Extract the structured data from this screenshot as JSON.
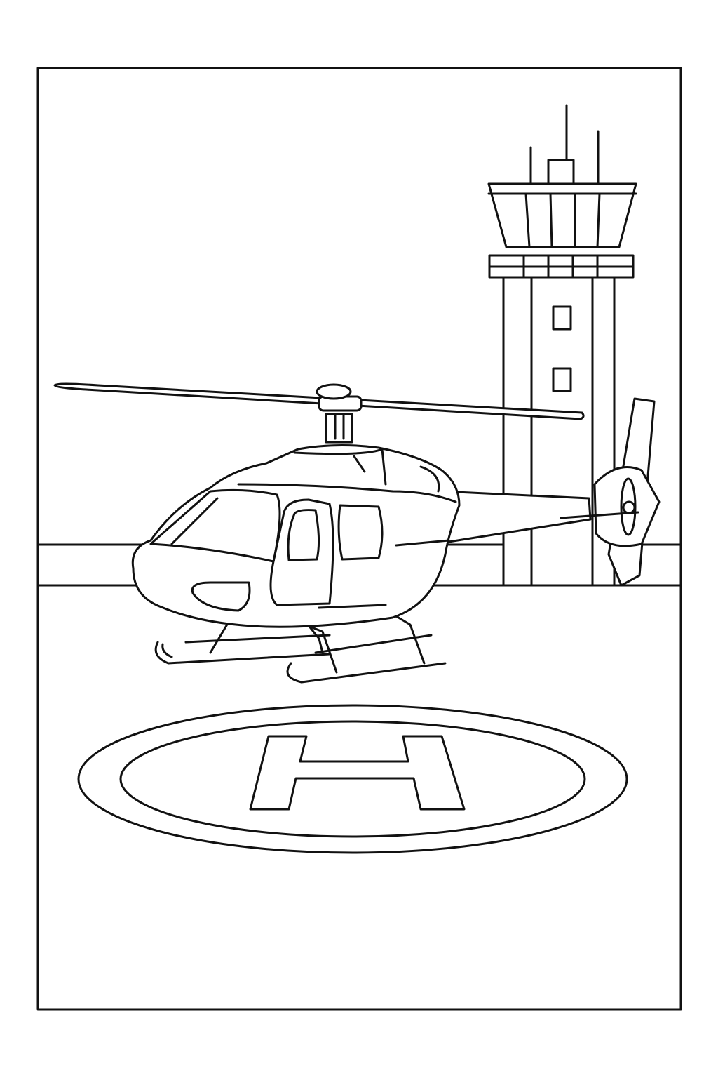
{
  "colors": {
    "background": "#ffffff",
    "line": "#111111"
  },
  "scene": {
    "subject": "helicopter",
    "elements": [
      "helicopter",
      "control-tower",
      "helipad"
    ]
  }
}
